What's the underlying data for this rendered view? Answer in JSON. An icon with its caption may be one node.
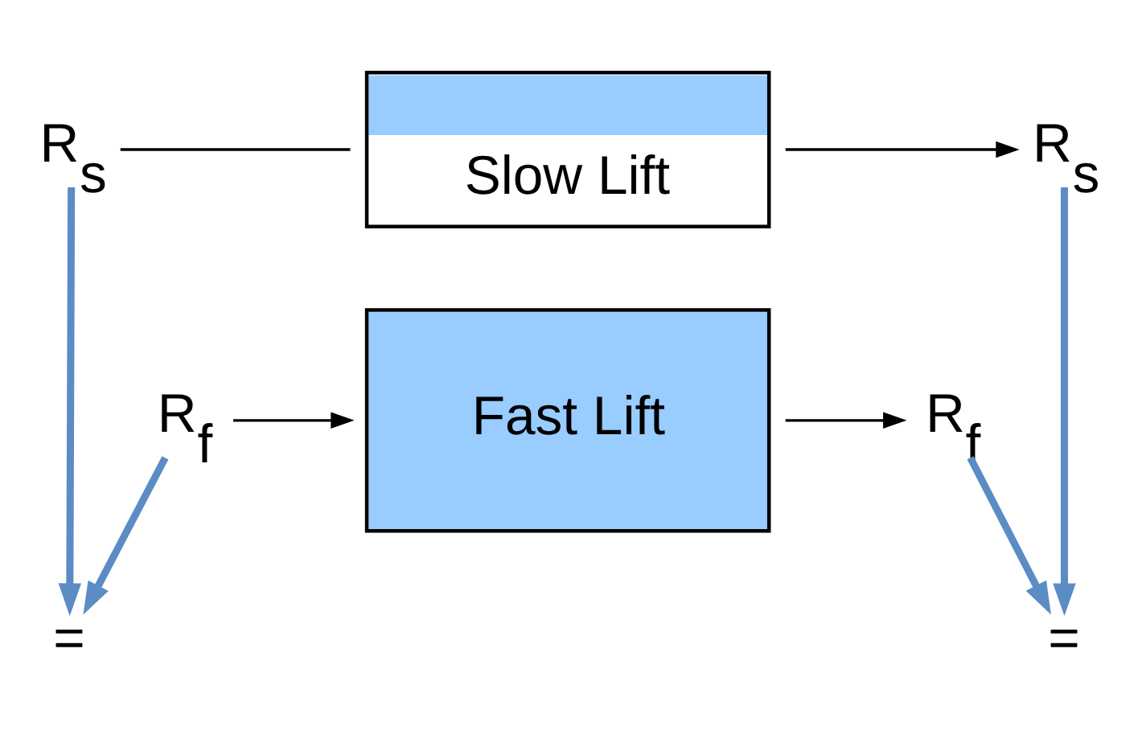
{
  "diagram": {
    "nodes": [
      {
        "text": [
          "R$_{s}$"
        ]
      },
      {
        "text": [
          "Slow Lift"
        ]
      },
      {
        "text": [
          "R$_{s}$"
        ]
      },
      {
        "text": [
          "="
        ]
      },
      {
        "text": [
          "="
        ]
      },
      {
        "text": [
          "R$_{f}$"
        ]
      },
      {
        "text": [
          "Fast Lift"
        ]
      },
      {
        "text": [
          "R$_{f}$"
        ]
      }
    ],
    "edges": [
      {
        "from": 0,
        "to": 1,
        "arrow": "none"
      },
      {
        "from": 1,
        "to": 2,
        "arrow": "to"
      },
      {
        "from": 0,
        "to": 3,
        "arrow": "to",
        "color": "#5b8cc4",
        "style": "thick"
      },
      {
        "from": 5,
        "to": 3,
        "arrow": "to",
        "color": "#5b8cc4",
        "style": "thick"
      },
      {
        "from": 2,
        "to": 4,
        "arrow": "to",
        "color": "#5b8cc4",
        "style": "thick"
      },
      {
        "from": 7,
        "to": 4,
        "arrow": "to",
        "color": "#5b8cc4",
        "style": "thick"
      },
      {
        "from": 5,
        "to": 6,
        "arrow": "to"
      },
      {
        "from": 6,
        "to": 7,
        "arrow": "to"
      }
    ]
  }
}
